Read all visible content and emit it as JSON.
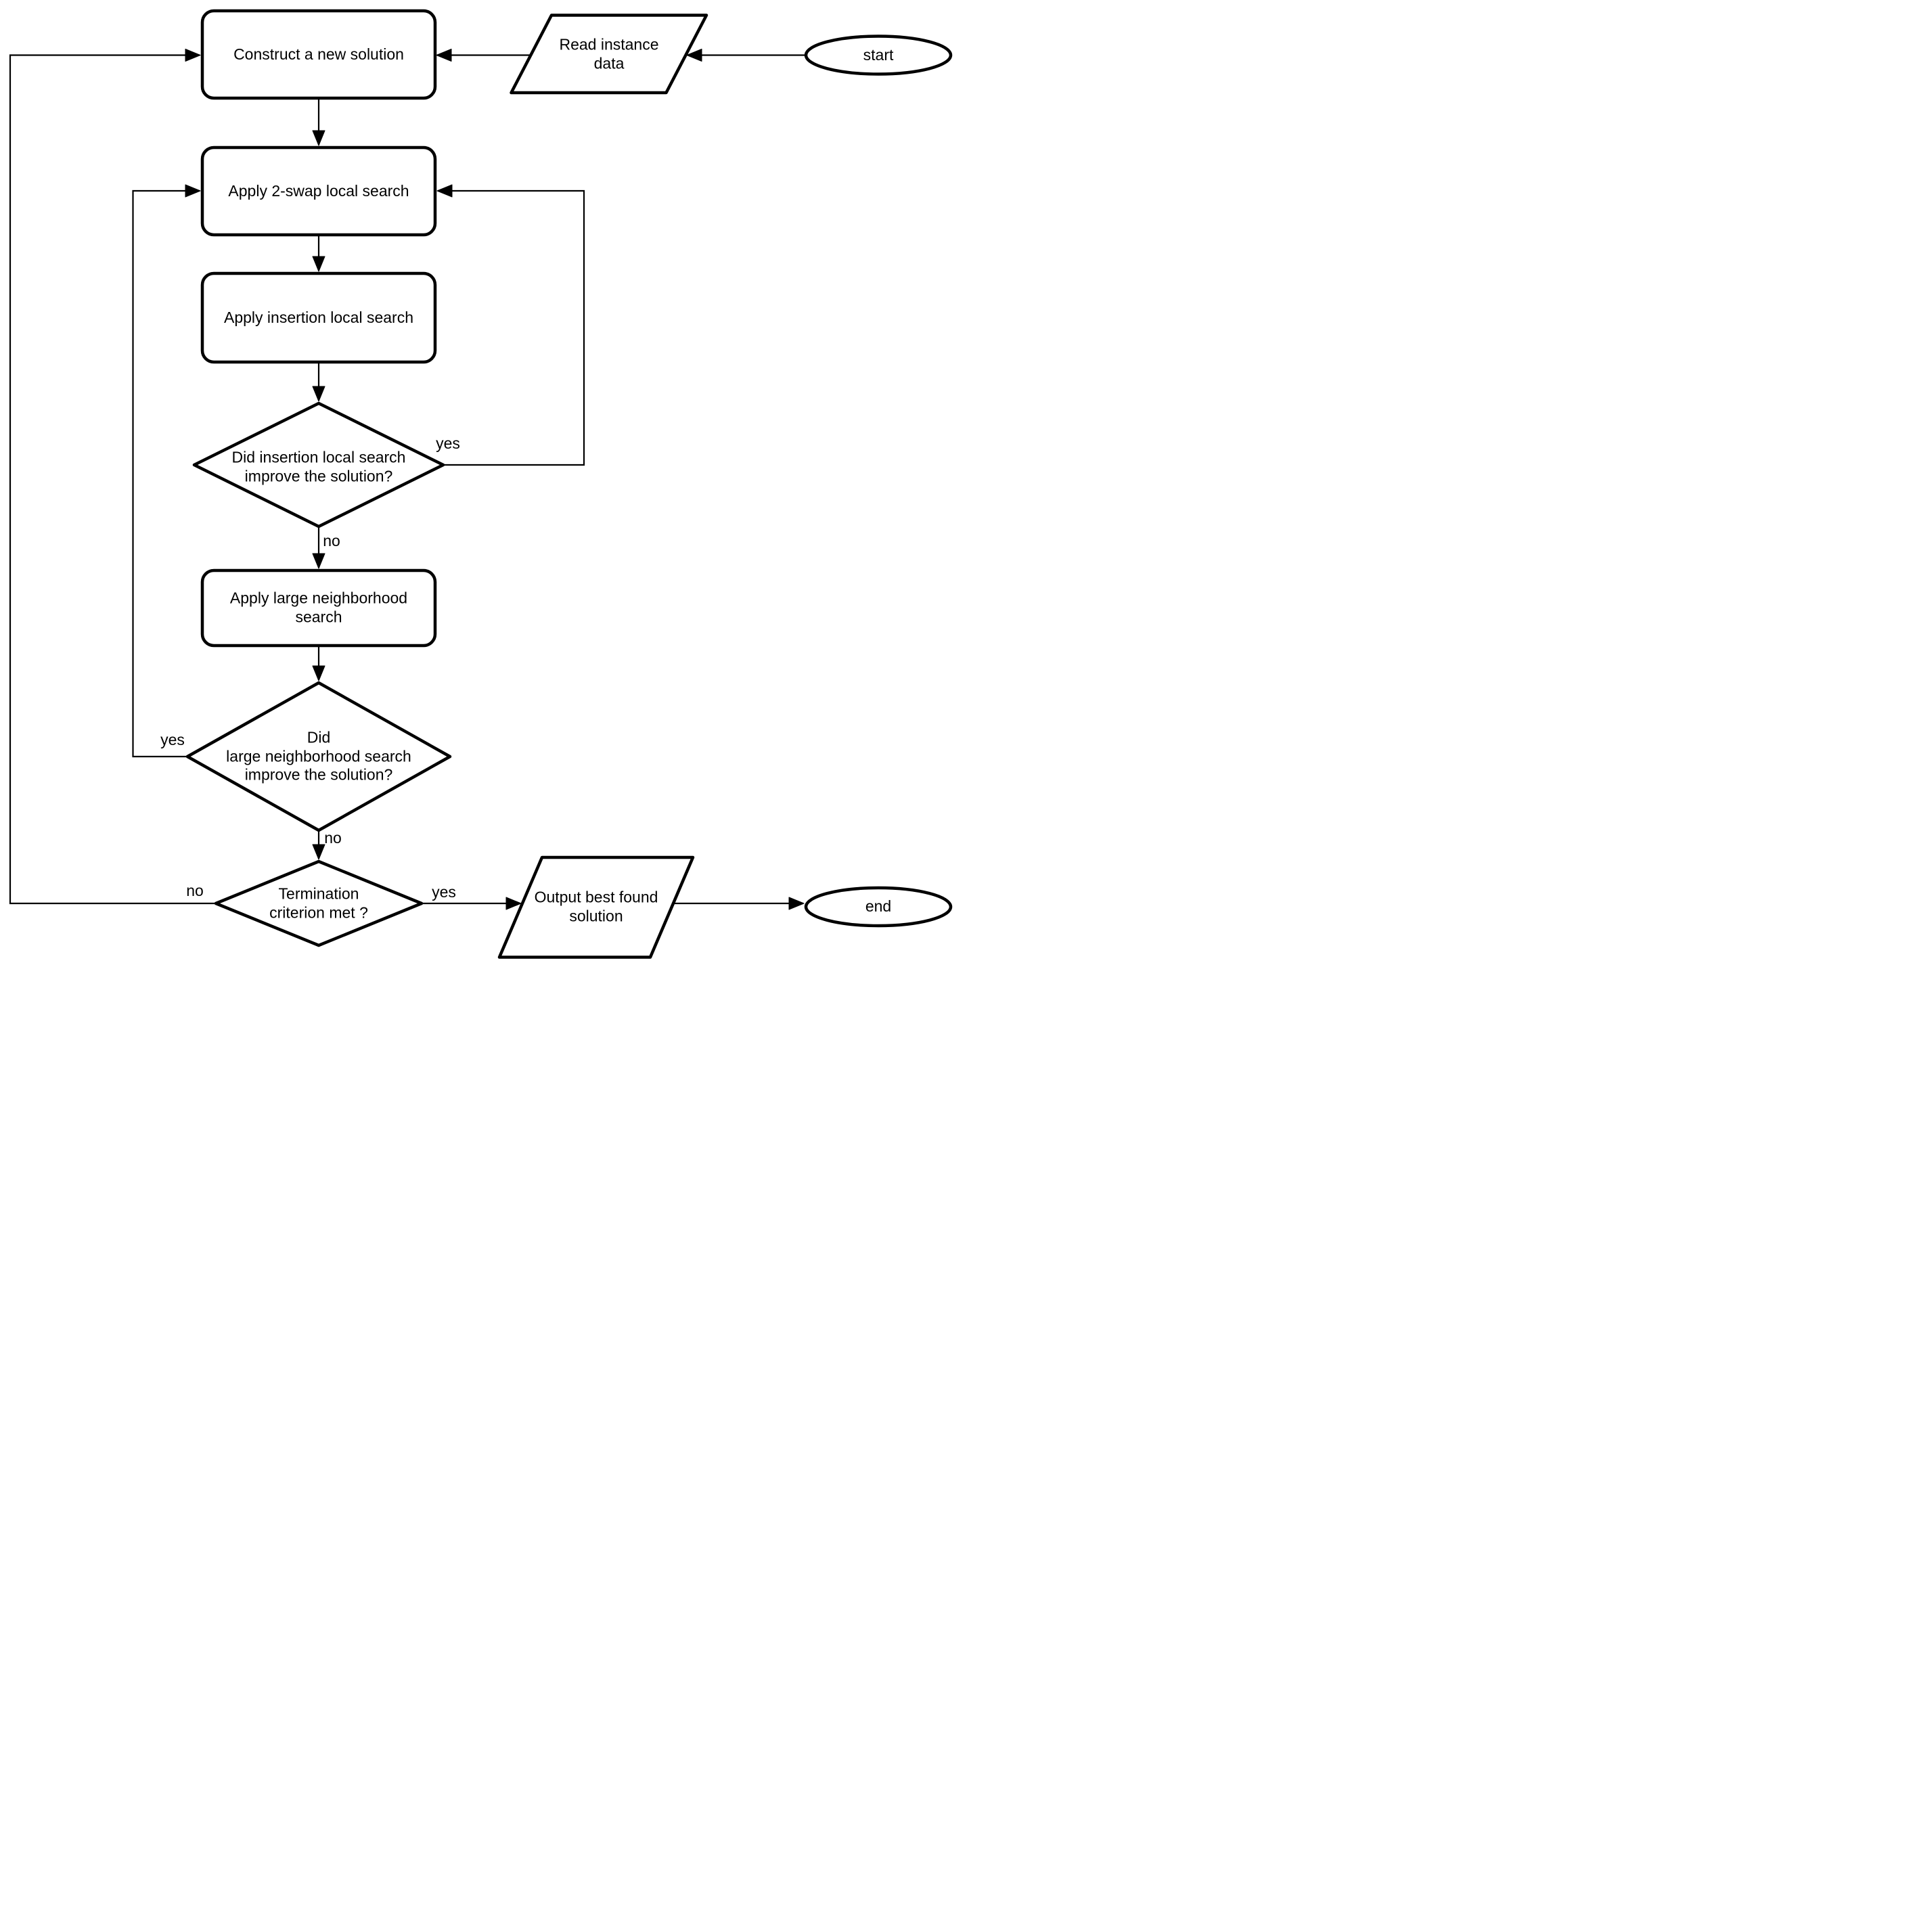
{
  "colors": {
    "background": "#ffffff",
    "stroke": "#000000",
    "text": "#000000"
  },
  "nodes": {
    "start": {
      "type": "terminator",
      "label": "start"
    },
    "read_instance": {
      "type": "data",
      "label": "Read instance\ndata"
    },
    "construct": {
      "type": "process",
      "label": "Construct a new solution"
    },
    "two_swap": {
      "type": "process",
      "label": "Apply 2-swap local search"
    },
    "insertion": {
      "type": "process",
      "label": "Apply insertion local search"
    },
    "insertion_decision": {
      "type": "decision",
      "label": "Did insertion local search\nimprove the solution?"
    },
    "lns": {
      "type": "process",
      "label": "Apply large neighborhood\nsearch"
    },
    "lns_decision": {
      "type": "decision",
      "label": "Did\nlarge neighborhood search\nimprove the solution?"
    },
    "termination_decision": {
      "type": "decision",
      "label": "Termination\ncriterion met ?"
    },
    "output": {
      "type": "data",
      "label": "Output best found\nsolution"
    },
    "end": {
      "type": "terminator",
      "label": "end"
    }
  },
  "edge_labels": {
    "insertion_yes": "yes",
    "insertion_no": "no",
    "lns_yes": "yes",
    "lns_no": "no",
    "termination_no": "no",
    "termination_yes": "yes"
  }
}
